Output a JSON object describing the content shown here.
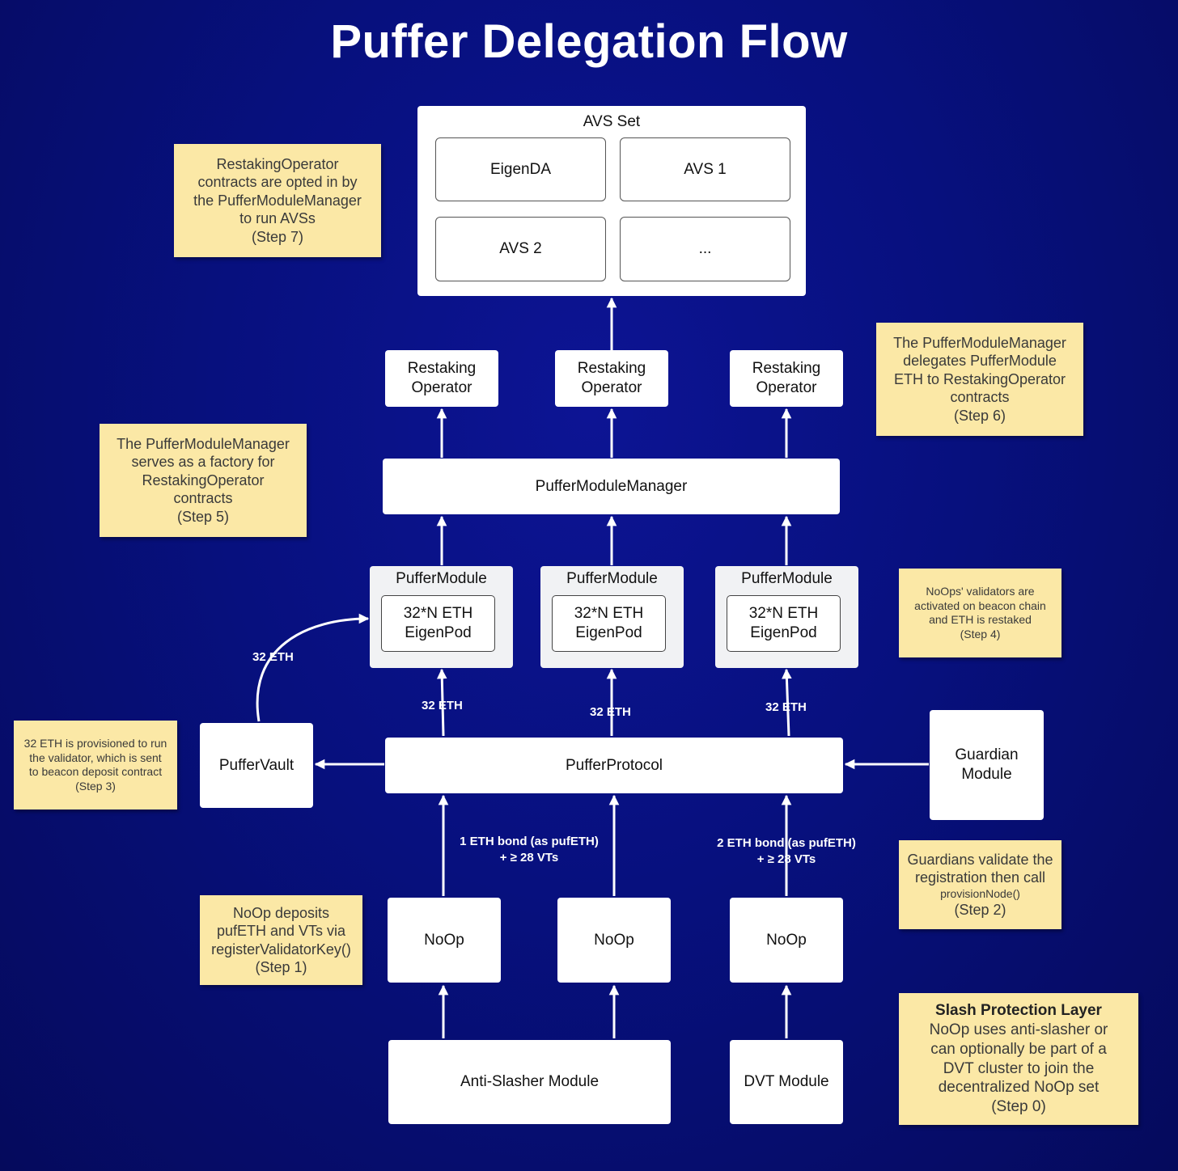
{
  "title": "Puffer Delegation Flow",
  "avs_set": {
    "title": "AVS Set",
    "items": [
      "EigenDA",
      "AVS 1",
      "AVS 2",
      "..."
    ]
  },
  "restaking_operators": [
    {
      "line1": "Restaking",
      "line2": "Operator"
    },
    {
      "line1": "Restaking",
      "line2": "Operator"
    },
    {
      "line1": "Restaking",
      "line2": "Operator"
    }
  ],
  "module_manager": "PufferModuleManager",
  "puffer_modules": [
    {
      "title": "PufferModule",
      "line1": "32*N ETH",
      "line2": "EigenPod"
    },
    {
      "title": "PufferModule",
      "line1": "32*N ETH",
      "line2": "EigenPod"
    },
    {
      "title": "PufferModule",
      "line1": "32*N ETH",
      "line2": "EigenPod"
    }
  ],
  "protocol": "PufferProtocol",
  "vault": "PufferVault",
  "guardian": {
    "line1": "Guardian",
    "line2": "Module"
  },
  "noops": [
    "NoOp",
    "NoOp",
    "NoOp"
  ],
  "anti_slasher": "Anti-Slasher Module",
  "dvt": "DVT Module",
  "edge_labels": {
    "vault_to_module": "32 ETH",
    "protocol_to_module_1": "32 ETH",
    "protocol_to_module_2": "32 ETH",
    "protocol_to_module_3": "32 ETH",
    "bond_1_line1": "1 ETH bond (as pufETH)",
    "bond_1_line2": "+ ≥ 28 VTs",
    "bond_2_line1": "2 ETH bond (as pufETH)",
    "bond_2_line2": "+ ≥ 28 VTs"
  },
  "notes": {
    "step7": [
      "RestakingOperator",
      "contracts are opted in by",
      "the PufferModuleManager",
      "to run AVSs",
      "(Step 7)"
    ],
    "step6": [
      "The PufferModuleManager",
      "delegates PufferModule",
      "ETH to RestakingOperator",
      "contracts",
      "(Step 6)"
    ],
    "step5": [
      "The PufferModuleManager",
      "serves as a factory for",
      "RestakingOperator",
      "contracts",
      "(Step 5)"
    ],
    "step4": [
      "NoOps' validators are",
      "activated on beacon chain",
      "and ETH is restaked",
      "(Step 4)"
    ],
    "step3": [
      "32 ETH is provisioned to run",
      "the validator, which is sent",
      "to beacon deposit contract",
      "(Step 3)"
    ],
    "step2": [
      "Guardians validate the",
      "registration then call",
      "provisionNode()",
      "(Step 2)"
    ],
    "step1": [
      "NoOp deposits",
      "pufETH and VTs via",
      "registerValidatorKey()",
      "(Step 1)"
    ],
    "step0_title": "Slash Protection Layer",
    "step0": [
      "NoOp uses anti-slasher or",
      "can optionally be part of a",
      "DVT cluster to join the",
      "decentralized NoOp set",
      "(Step 0)"
    ]
  },
  "colors": {
    "background": "#07107e",
    "note": "#fbe8a6",
    "box": "#ffffff",
    "module": "#f1f2f4",
    "arrow": "#ffffff"
  }
}
